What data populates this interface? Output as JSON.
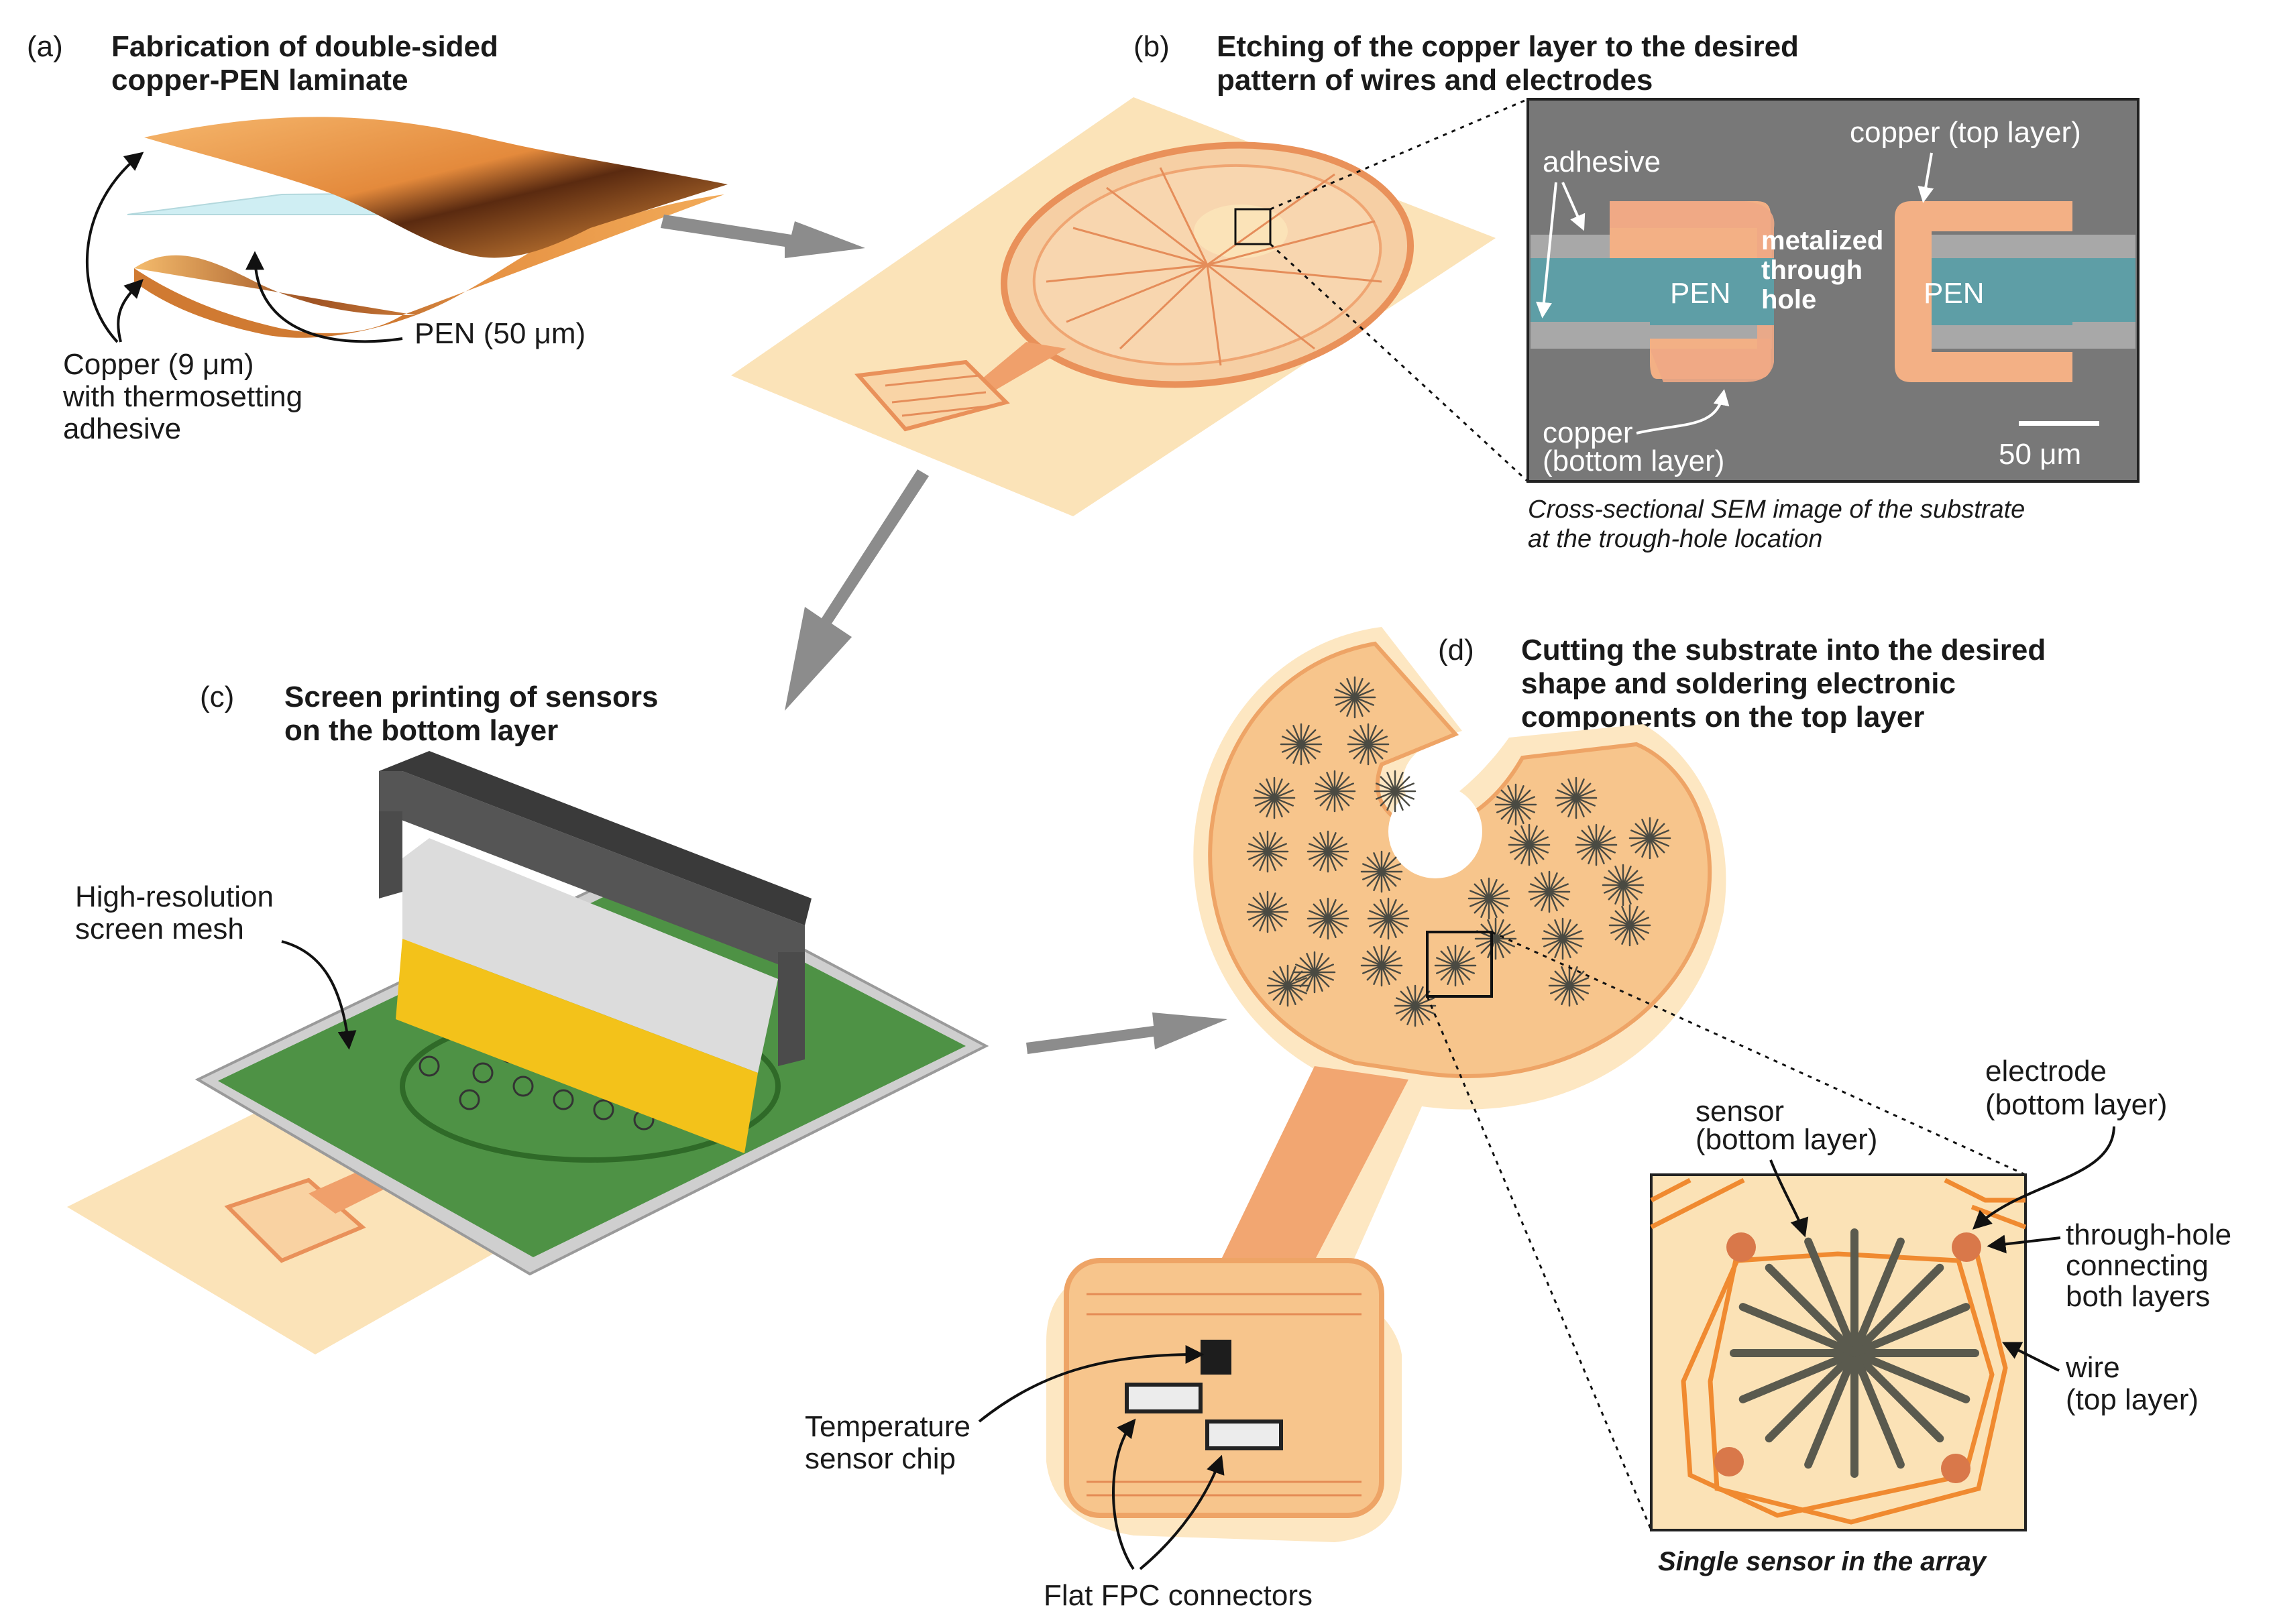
{
  "panels": {
    "a": {
      "letter": "(a)",
      "title_line1": "Fabrication of double-sided",
      "title_line2": "copper-PEN laminate",
      "pen_label": "PEN (50 μm)",
      "copper_line1": "Copper (9 μm)",
      "copper_line2": "with thermosetting",
      "copper_line3": "adhesive"
    },
    "b": {
      "letter": "(b)",
      "title_line1": "Etching of the copper layer to the desired",
      "title_line2": "pattern of wires and electrodes",
      "sem": {
        "adhesive": "adhesive",
        "copper_top": "copper (top layer)",
        "metalized_line1": "metalized",
        "metalized_line2": "through",
        "metalized_line3": "hole",
        "pen_left": "PEN",
        "pen_right": "PEN",
        "copper_bottom_line1": "copper",
        "copper_bottom_line2": "(bottom layer)",
        "scale": "50 μm"
      },
      "caption_line1": "Cross-sectional SEM image of the substrate",
      "caption_line2": "at the trough-hole location"
    },
    "c": {
      "letter": "(c)",
      "title_line1": "Screen printing of sensors",
      "title_line2": "on the bottom layer",
      "mesh_line1": "High-resolution",
      "mesh_line2": "screen mesh"
    },
    "d": {
      "letter": "(d)",
      "title_line1": "Cutting the substrate into the desired",
      "title_line2": "shape and soldering electronic",
      "title_line3": "components on the top layer",
      "temp_line1": "Temperature",
      "temp_line2": "sensor chip",
      "fpc": "Flat FPC connectors",
      "inset": {
        "sensor_line1": "sensor",
        "sensor_line2": "(bottom layer)",
        "electrode_line1": "electrode",
        "electrode_line2": "(bottom layer)",
        "through_line1": "through-hole",
        "through_line2": "connecting",
        "through_line3": "both layers",
        "wire_line1": "wire",
        "wire_line2": "(top layer)",
        "caption": "Single sensor in the array"
      }
    }
  },
  "colors": {
    "substrate": "#fbe3b8",
    "copper": "#f0a35e",
    "copper_dark": "#d9783a",
    "pen_sem": "#5e9ea6",
    "sem_bg": "#7a7a7a",
    "sensor_ink": "#4a4a42",
    "mesh_green": "#3c8a32",
    "squeegee_yellow": "#f3c21a",
    "arrow_grey": "#8c8c8c"
  }
}
